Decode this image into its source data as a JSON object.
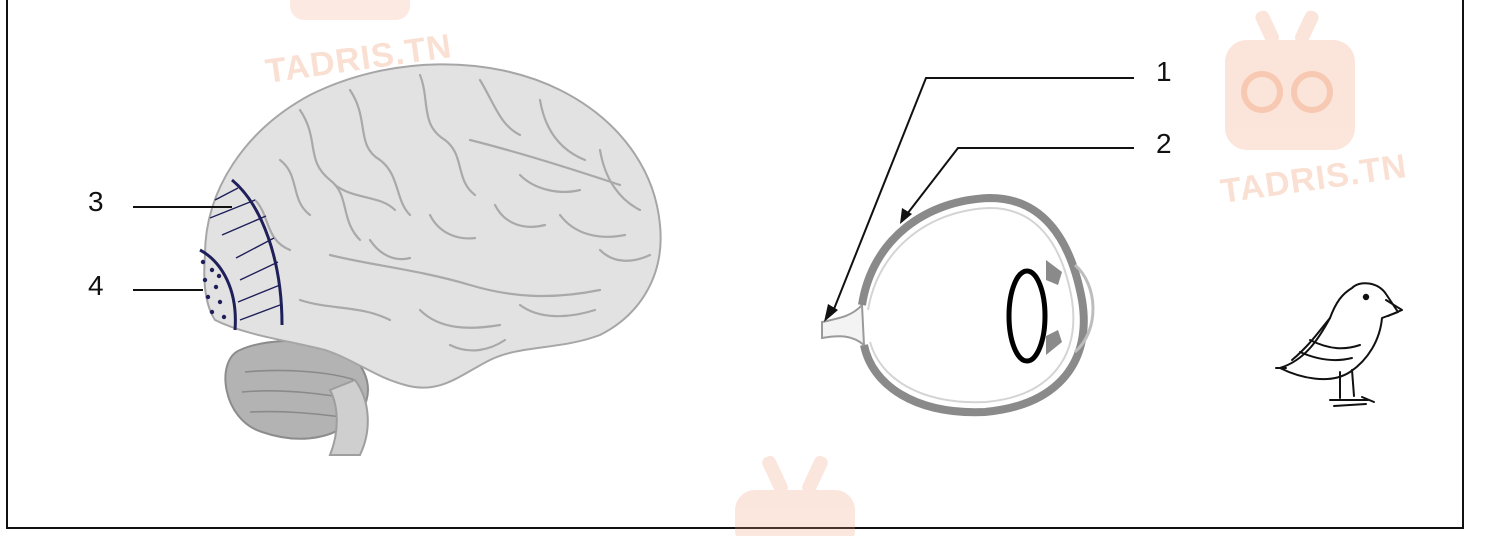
{
  "labels": {
    "one": "1",
    "two": "2",
    "three": "3",
    "four": "4"
  },
  "watermark": {
    "text": "TADRIS.TN",
    "color": "#f3a07a"
  },
  "colors": {
    "brain": "#dcdcdc",
    "eye_outline": "#8a8a8a",
    "marking": "#1f1f5a"
  }
}
